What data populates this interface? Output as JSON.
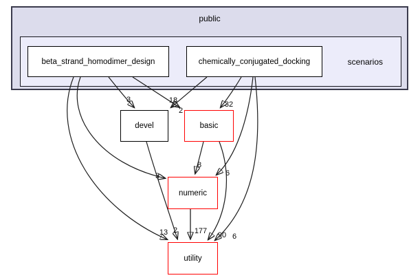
{
  "diagram": {
    "outer_label": "public",
    "inner_label": "scenarios",
    "nodes": [
      {
        "id": "beta_strand_homodimer_design",
        "label": "beta_strand_homodimer_design",
        "border_color": "#000000"
      },
      {
        "id": "chemically_conjugated_docking",
        "label": "chemically_conjugated_docking",
        "border_color": "#000000"
      },
      {
        "id": "devel",
        "label": "devel",
        "border_color": "#000000"
      },
      {
        "id": "basic",
        "label": "basic",
        "border_color": "#ff0000"
      },
      {
        "id": "numeric",
        "label": "numeric",
        "border_color": "#ff0000"
      },
      {
        "id": "utility",
        "label": "utility",
        "border_color": "#ff0000"
      }
    ],
    "edges": [
      {
        "from": "beta_strand_homodimer_design",
        "to": "devel",
        "count": "3"
      },
      {
        "from": "beta_strand_homodimer_design",
        "to": "basic",
        "count": "18"
      },
      {
        "from": "chemically_conjugated_docking",
        "to": "devel",
        "count": "2"
      },
      {
        "from": "chemically_conjugated_docking",
        "to": "basic",
        "count": "32"
      },
      {
        "from": "beta_strand_homodimer_design",
        "to": "numeric",
        "count": "3"
      },
      {
        "from": "chemically_conjugated_docking",
        "to": "numeric",
        "count": "6"
      },
      {
        "from": "basic",
        "to": "numeric",
        "count": "8"
      },
      {
        "from": "beta_strand_homodimer_design",
        "to": "utility",
        "count": "13"
      },
      {
        "from": "devel",
        "to": "utility",
        "count": "2"
      },
      {
        "from": "numeric",
        "to": "utility",
        "count": "177"
      },
      {
        "from": "basic",
        "to": "utility",
        "count": "90"
      },
      {
        "from": "chemically_conjugated_docking",
        "to": "utility",
        "count": "6"
      }
    ],
    "colors": {
      "outer_cluster_bg": "#dcdcec",
      "inner_cluster_bg": "#ececfa",
      "node_bg": "#ffffff",
      "red_border": "#ff0000",
      "edge": "#1c1c1c"
    }
  }
}
